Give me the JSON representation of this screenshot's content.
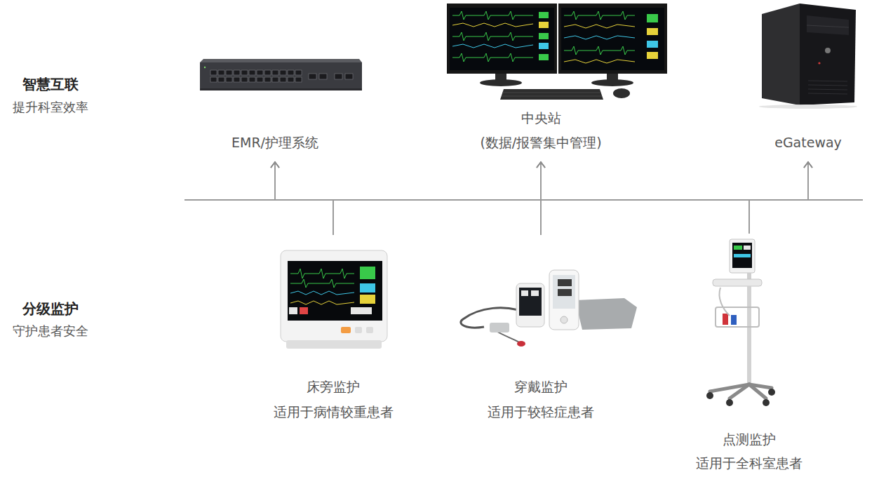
{
  "diagram": {
    "nodes": [
      {
        "text": [
          "EMR/护理系统"
        ]
      },
      {
        "text": [
          "中央站",
          "(数据/报警集中管理)"
        ]
      },
      {
        "text": [
          "eGateway"
        ]
      },
      {
        "text": [
          "床旁监护",
          "适用于病情较重患者"
        ]
      },
      {
        "text": [
          "穿戴监护",
          "适用于较轻症患者"
        ]
      },
      {
        "text": [
          "点测监护",
          "适用于全科室患者"
        ]
      }
    ],
    "edges": [
      {
        "from": 3,
        "to": 0,
        "arrow": "to"
      },
      {
        "from": 3,
        "to": 1,
        "arrow": "to"
      },
      {
        "from": 3,
        "to": 2,
        "arrow": "to"
      },
      {
        "from": 4,
        "to": 0,
        "arrow": "to"
      },
      {
        "from": 4,
        "to": 1,
        "arrow": "to"
      },
      {
        "from": 4,
        "to": 2,
        "arrow": "to"
      },
      {
        "from": 5,
        "to": 0,
        "arrow": "to"
      },
      {
        "from": 5,
        "to": 1,
        "arrow": "to"
      },
      {
        "from": 5,
        "to": 2,
        "arrow": "to"
      }
    ],
    "labels": [
      "智慧互联",
      "提升科室效率",
      "分级监护",
      "守护患者安全"
    ]
  }
}
